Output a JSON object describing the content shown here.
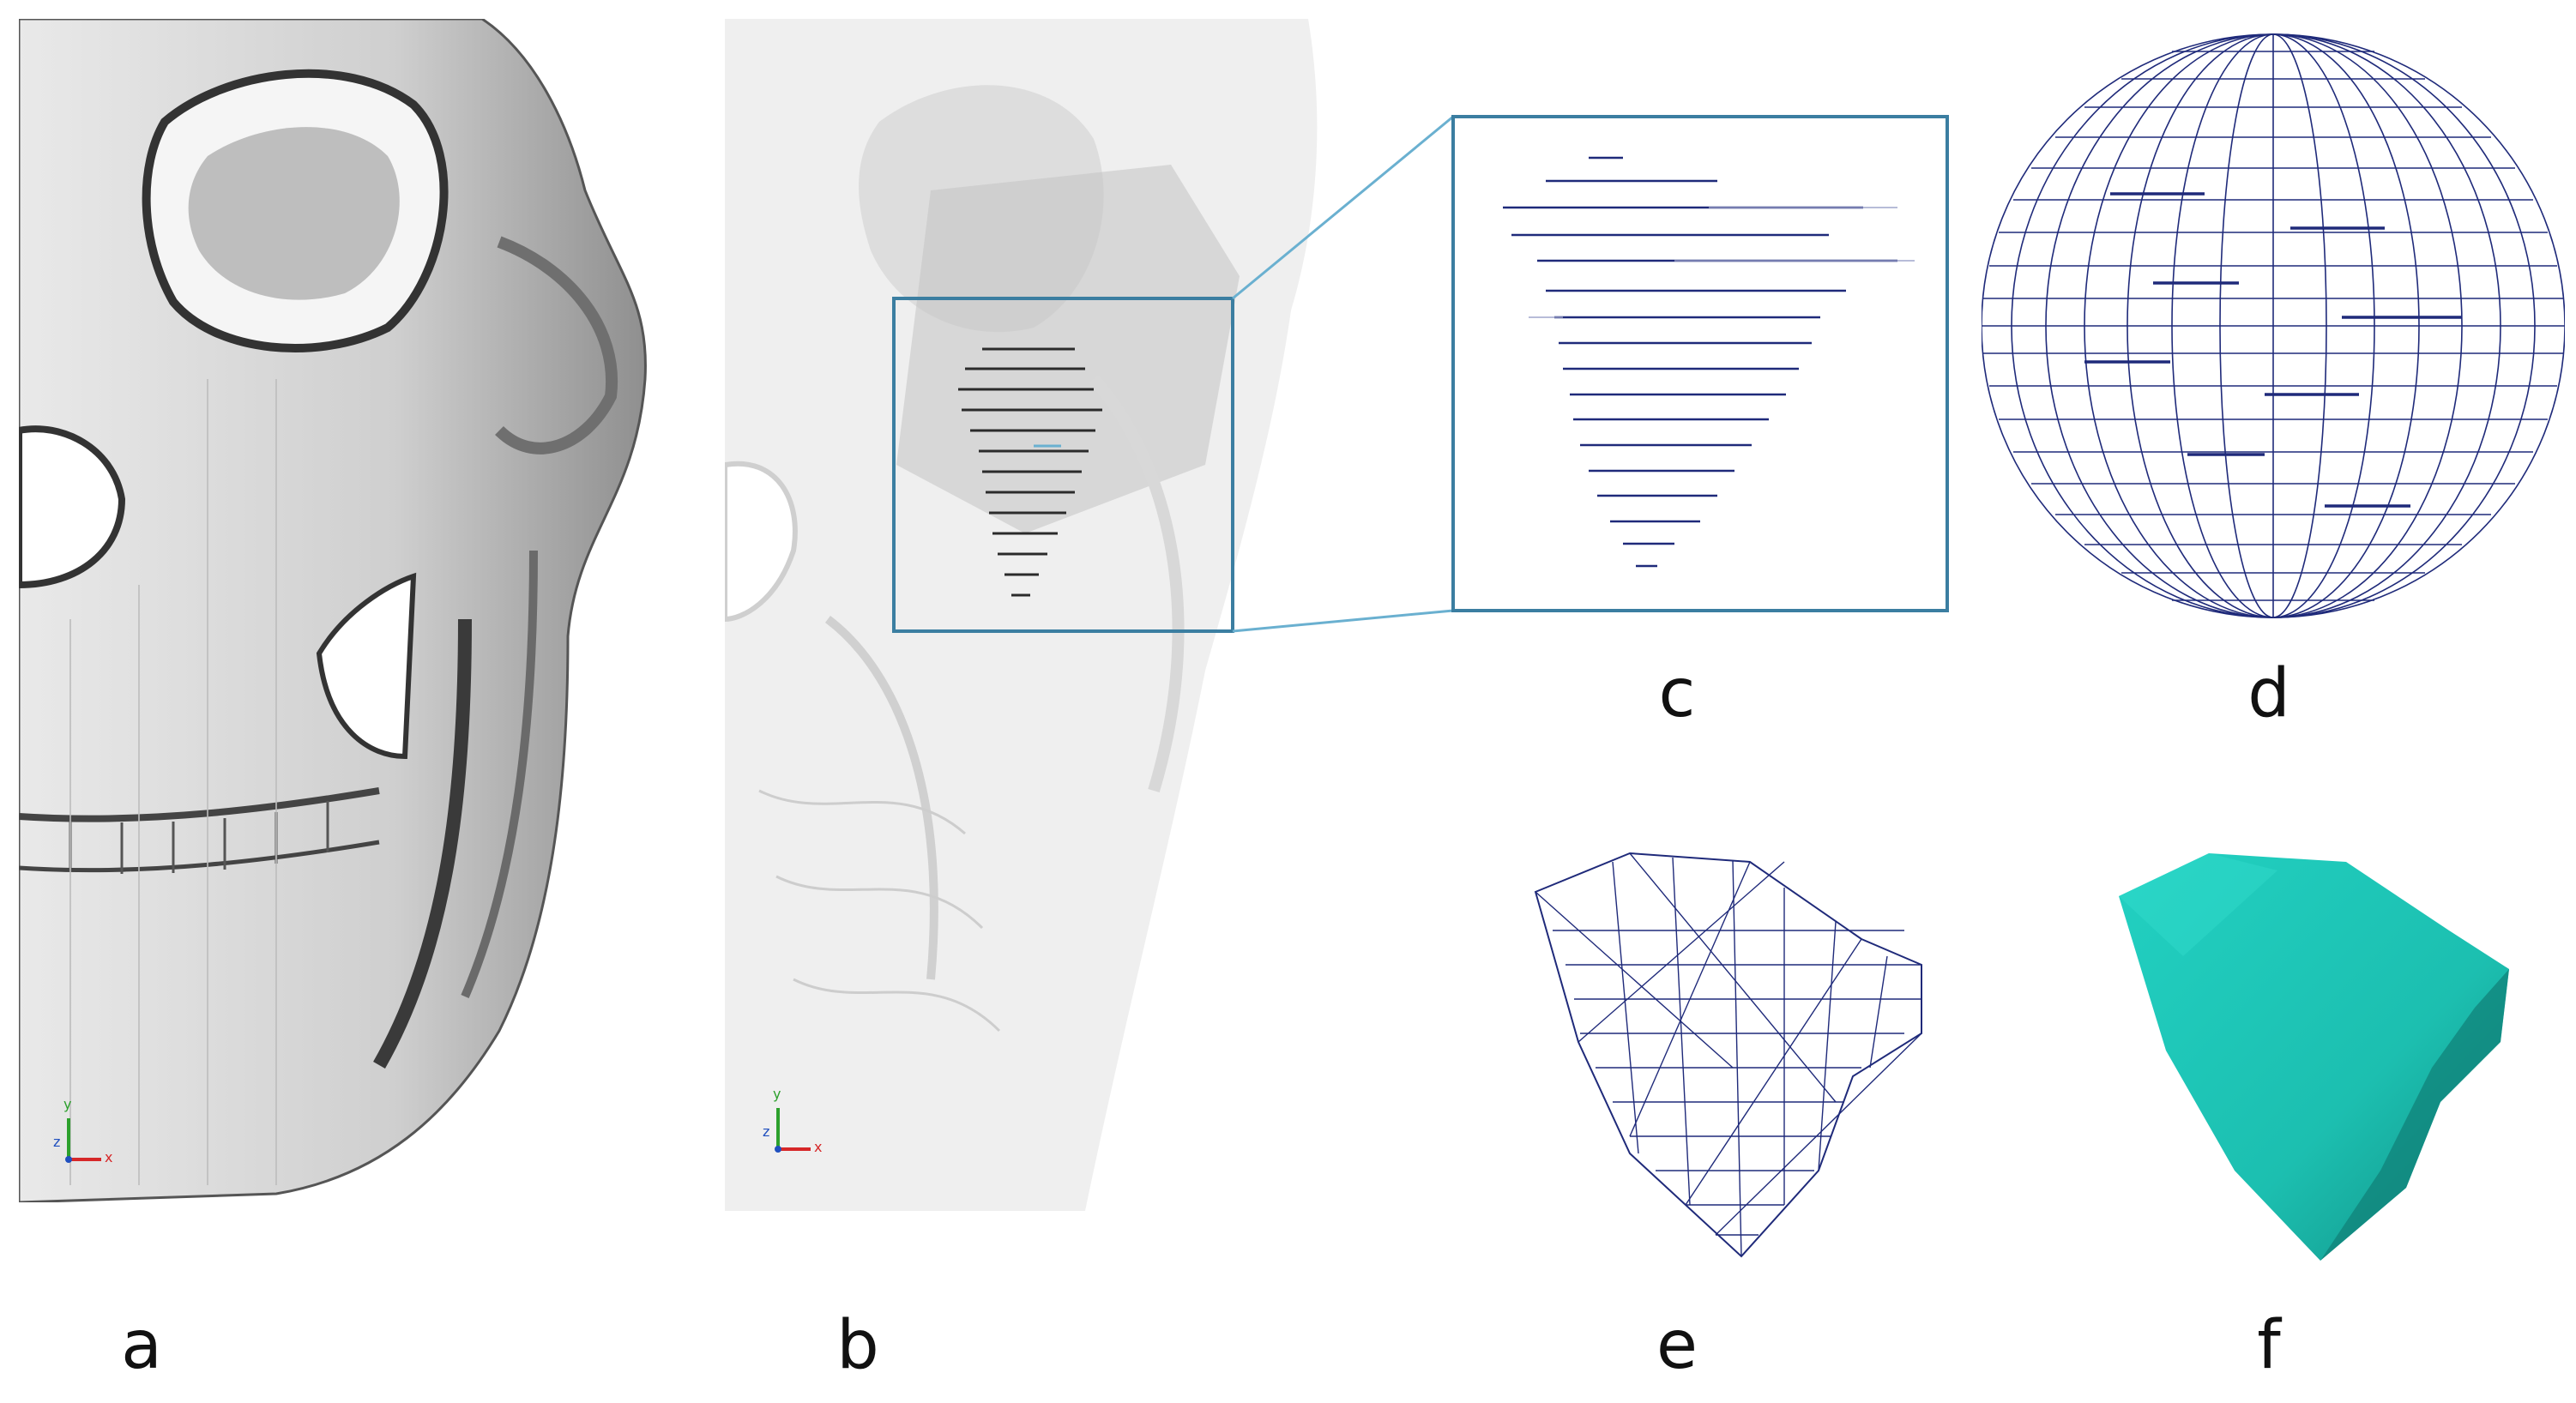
{
  "figure": {
    "panels": [
      {
        "id": "a",
        "label": "a",
        "content": "skull-surface-render",
        "axis_labels": [
          "y",
          "z",
          "x"
        ]
      },
      {
        "id": "b",
        "label": "b",
        "content": "translucent-skull-with-contours",
        "axis_labels": [
          "y",
          "z",
          "x"
        ]
      },
      {
        "id": "c",
        "label": "c",
        "content": "zoomed-contour-slices"
      },
      {
        "id": "d",
        "label": "d",
        "content": "sphere-wireframe"
      },
      {
        "id": "e",
        "label": "e",
        "content": "deformed-wireframe-mesh"
      },
      {
        "id": "f",
        "label": "f",
        "content": "shaded-solid-mesh"
      }
    ]
  },
  "colors": {
    "bone": "#c8c8c8",
    "frame": "#3b7ea1",
    "wire": "#1f2a7a",
    "solid": "#1fbfb0",
    "axis_y": "#2ca02c",
    "axis_x": "#d62728",
    "axis_z": "#1f4fbf"
  }
}
